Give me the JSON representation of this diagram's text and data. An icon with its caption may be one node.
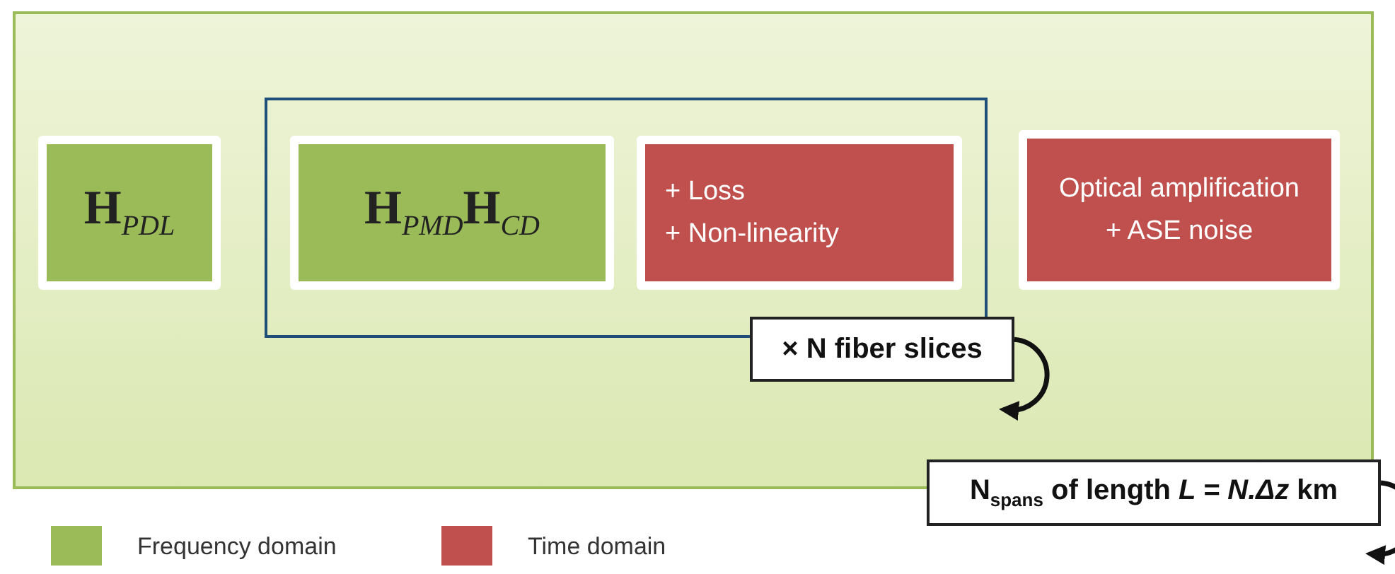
{
  "diagram": {
    "nodes": [
      {
        "text": [],
        "shape": "box"
      },
      {
        "text": [
          "H$_{PDL}$"
        ],
        "in": 0
      },
      {
        "text": [],
        "shape": "box",
        "in": 0
      },
      {
        "text": [
          "H$_{PMD}$H$_{CD}$"
        ],
        "in": 2
      },
      {
        "text": [
          "+ Loss",
          "+ Non-linearity"
        ],
        "in": 2
      },
      {
        "text": [
          "Optical amplification",
          "+ ASE noise"
        ],
        "in": 0
      },
      {
        "text": [
          "× N fiber slices"
        ],
        "in": 0
      },
      {
        "text": [
          "N$_{spans}$ of length *L = N.Δz* km"
        ]
      }
    ],
    "edges": [
      {
        "from": 6,
        "to": 6,
        "arrow": "to"
      },
      {
        "from": 7,
        "to": 7,
        "arrow": "to"
      }
    ],
    "legend": [
      {
        "text": "Frequency domain",
        "color": "#9bbb59"
      },
      {
        "text": "Time domain",
        "color": "#c0504d"
      }
    ]
  }
}
